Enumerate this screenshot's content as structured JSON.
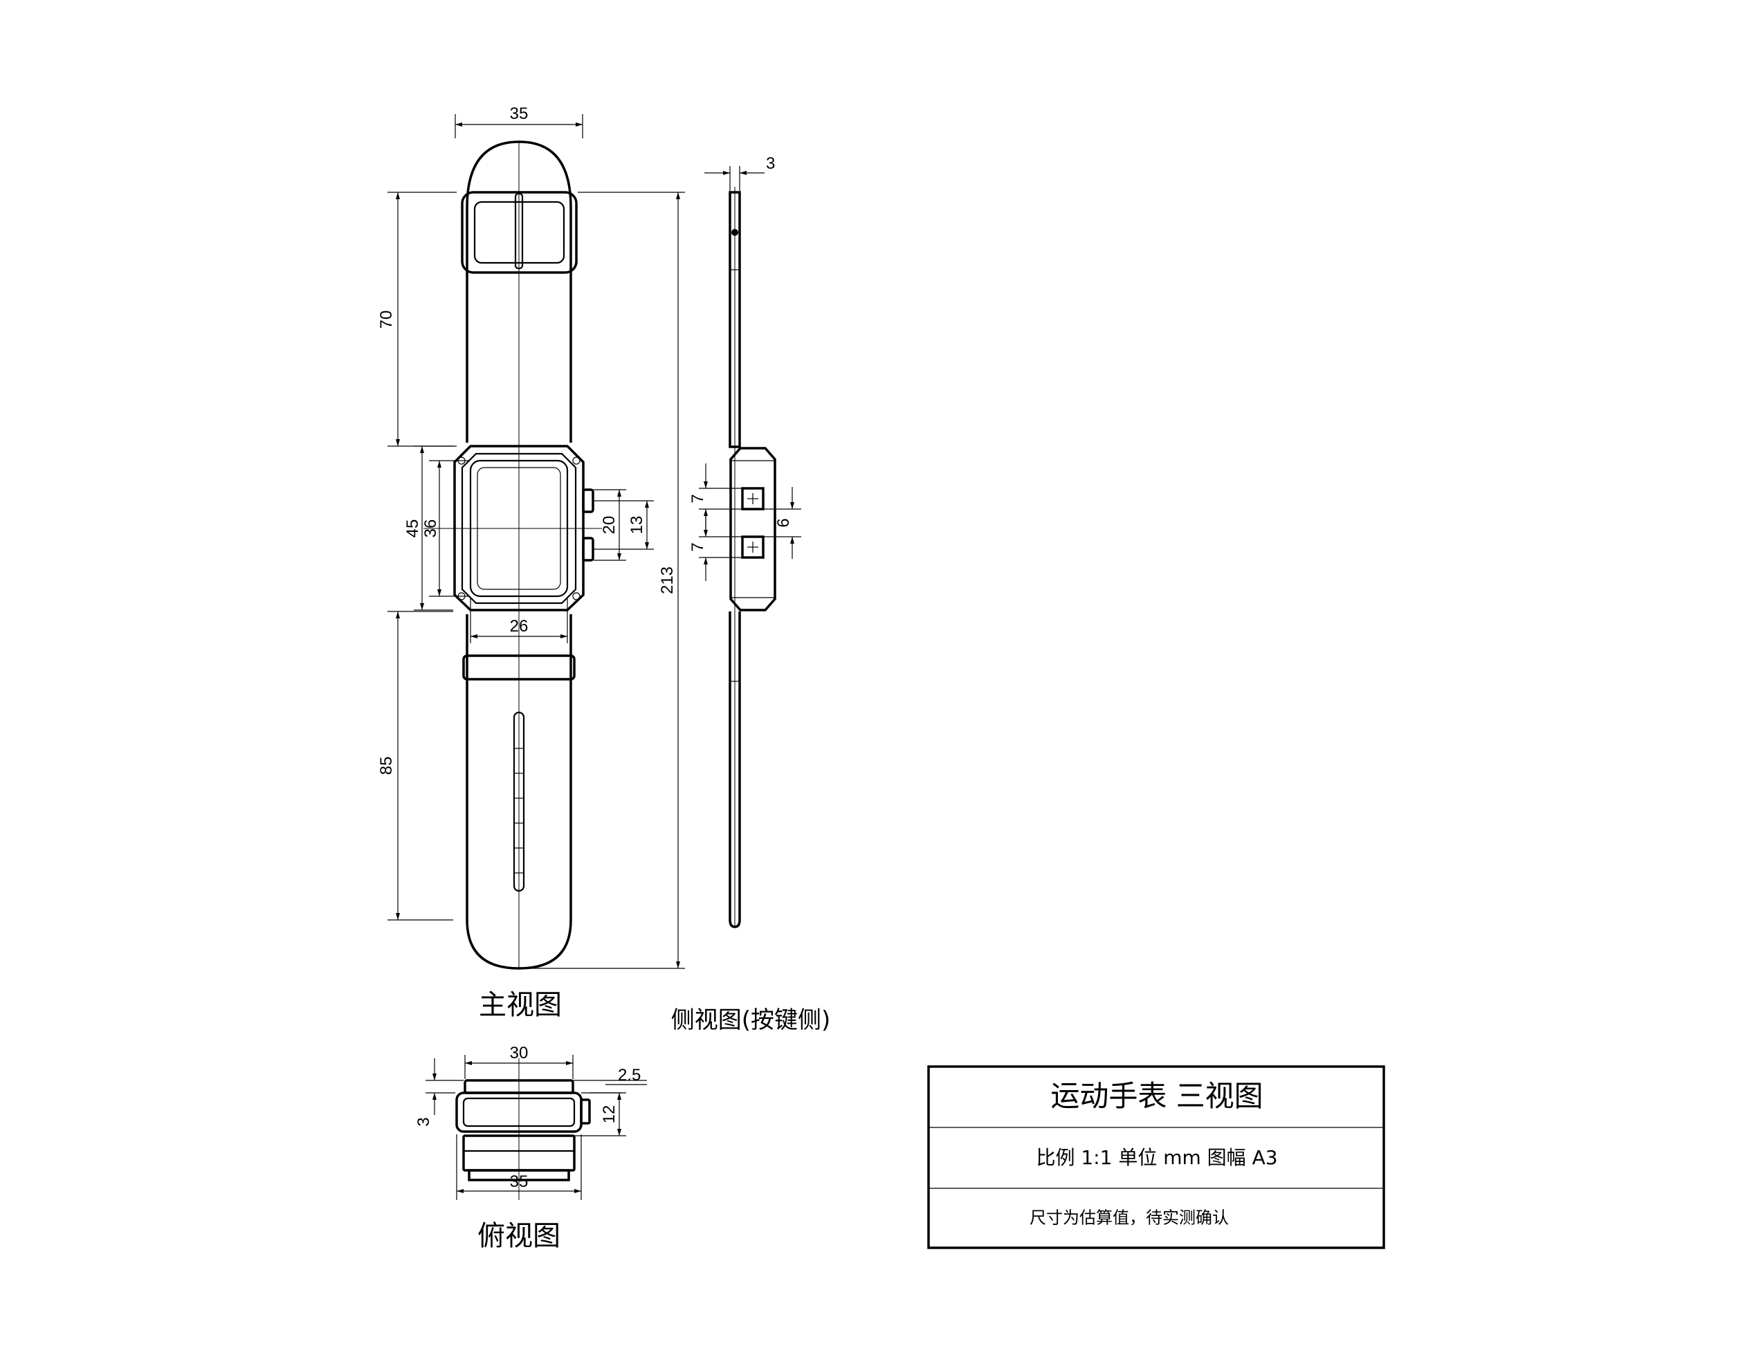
{
  "front_view": {
    "label": "主视图",
    "dims": {
      "overall_width": "35",
      "upper_strap": "70",
      "case_height": "45",
      "screen_height": "36",
      "button_span": "20",
      "button_gap": "13",
      "screen_width": "26",
      "lower_strap": "85",
      "total_length": "213"
    }
  },
  "side_view": {
    "label": "侧视图(按键侧)",
    "dims": {
      "strap_thickness": "3",
      "button_top": "7",
      "button_bottom": "7",
      "button_spacing": "6"
    }
  },
  "top_view": {
    "label": "俯视图",
    "dims": {
      "case_width": "30",
      "bezel_step": "2.5",
      "case_thickness": "12",
      "strap_offset": "3",
      "overall_width": "35"
    }
  },
  "title_block": {
    "title": "运动手表  三视图",
    "meta": "比例  1:1  单位  mm  图幅  A3",
    "note": "尺寸为估算值，待实测确认"
  }
}
